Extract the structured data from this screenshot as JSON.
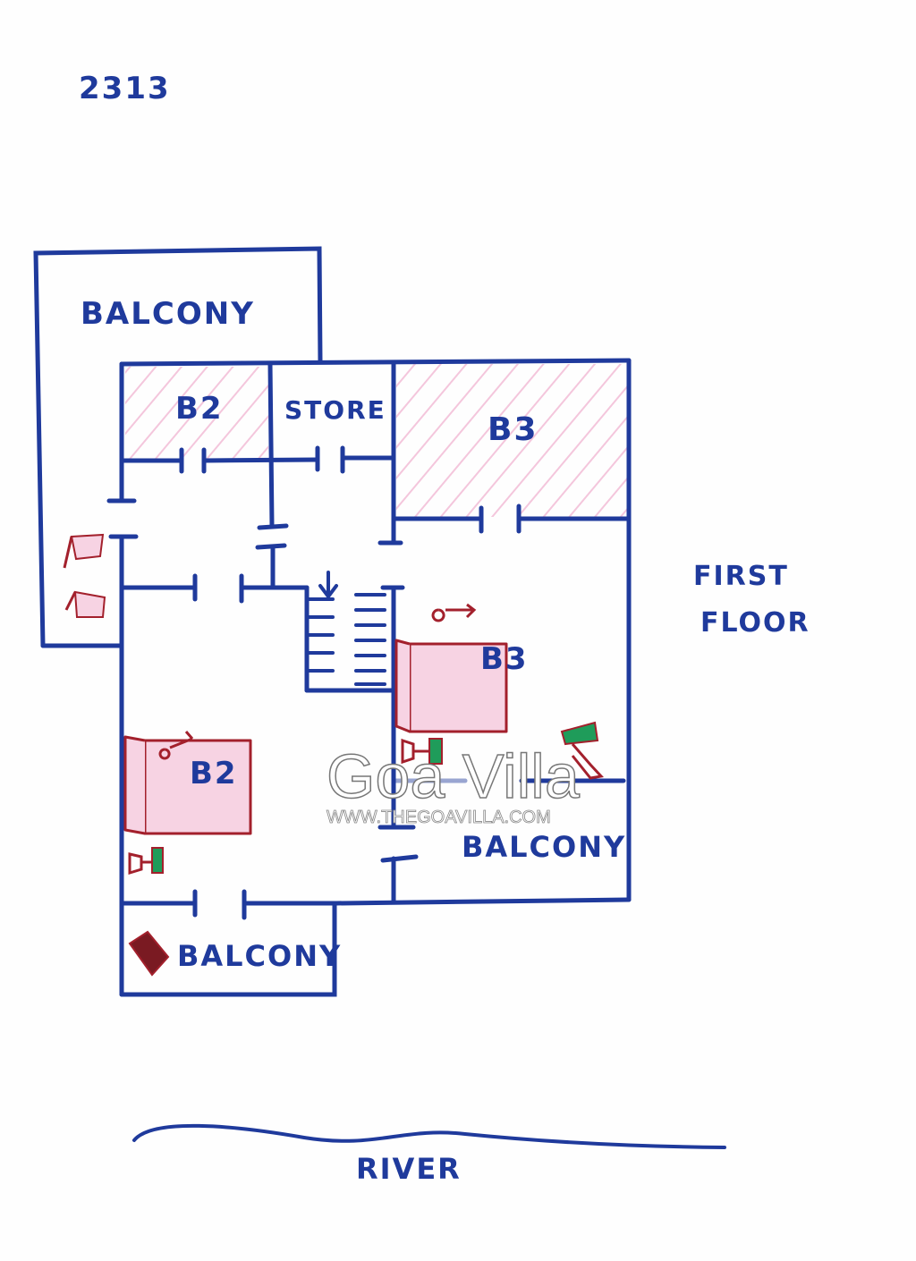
{
  "plan_id": "2313",
  "floor_title": {
    "line1": "FIRST",
    "line2": "FLOOR"
  },
  "rooms": {
    "balcony_top": "BALCONY",
    "bedroom2_label": "B2",
    "store": "STORE",
    "bedroom3_label": "B3",
    "bed3_label": "B3",
    "bed2_label": "B2",
    "balcony_right": "BALCONY",
    "balcony_bottom": "BALCONY"
  },
  "river": "RIVER",
  "watermark": {
    "title": "Goa Villa",
    "url": "WWW.THEGOAVILLA.COM"
  },
  "colors": {
    "wall": "#1f3a9c",
    "furniture": "#a3202c",
    "fill": "#f7d3e3",
    "hatch": "#f4c6dc"
  }
}
